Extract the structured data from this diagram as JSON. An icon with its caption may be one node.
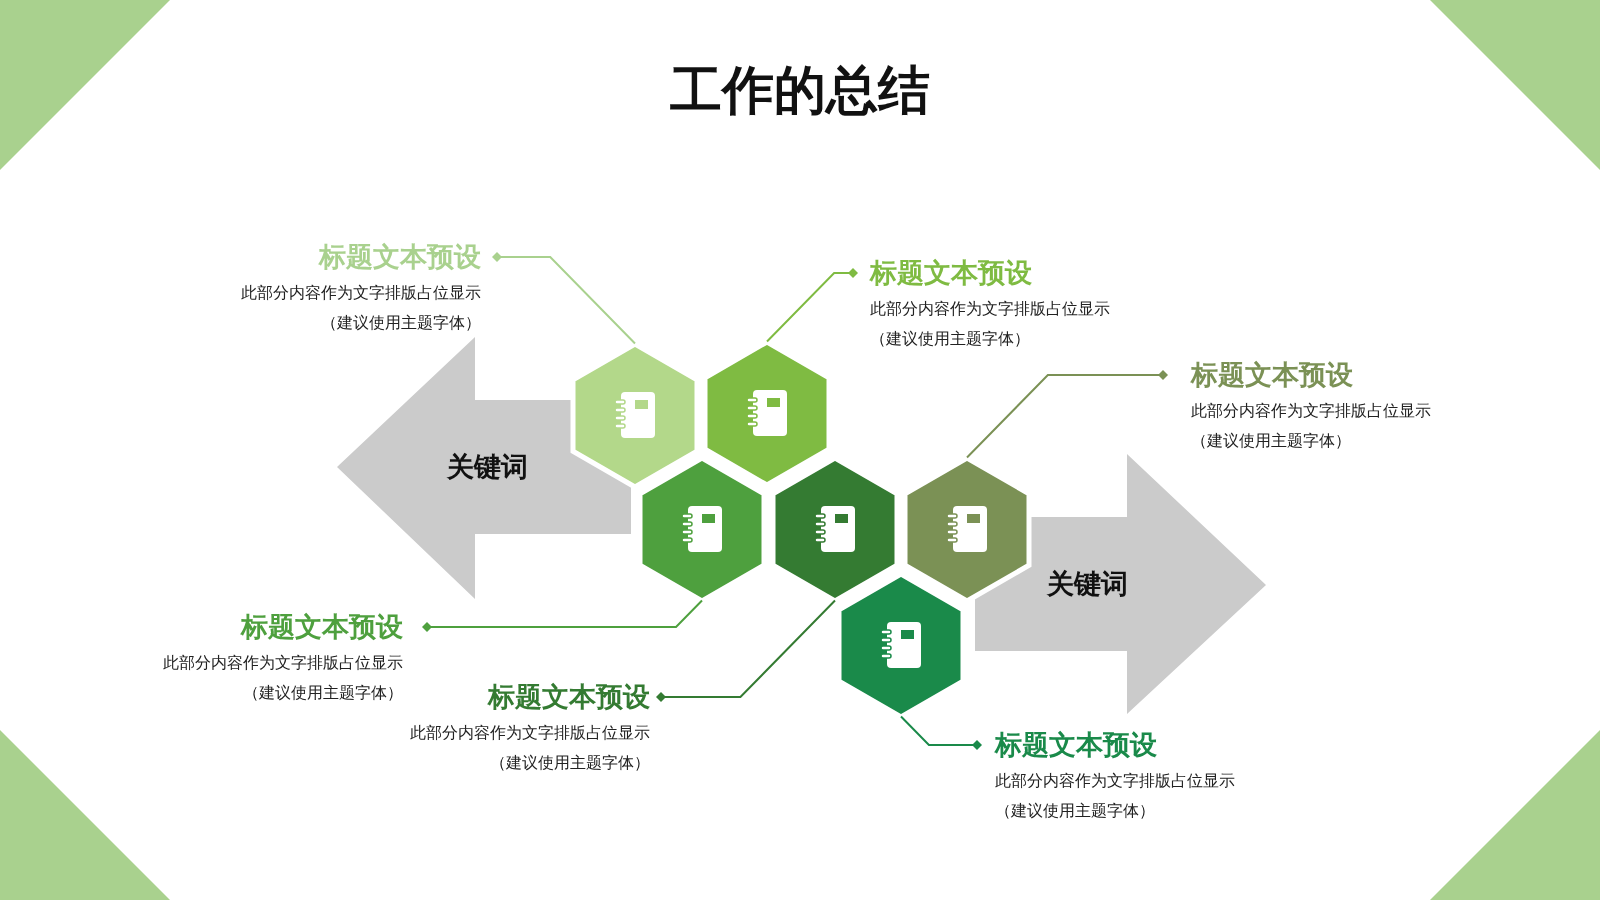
{
  "diagram": {
    "title": "工作的总结",
    "nodes": [
      {
        "text": [
          "标题文本预设",
          "此部分内容作为文字排版占位显示（建议使用主题字体）"
        ]
      },
      {
        "text": [
          "标题文本预设",
          "此部分内容作为文字排版占位显示（建议使用主题字体）"
        ]
      },
      {
        "text": [
          "标题文本预设",
          "此部分内容作为文字排版占位显示（建议使用主题字体）"
        ]
      },
      {
        "text": [
          "标题文本预设",
          "此部分内容作为文字排版占位显示（建议使用主题字体）"
        ]
      },
      {
        "text": [
          "标题文本预设",
          "此部分内容作为文字排版占位显示（建议使用主题字体）"
        ]
      },
      {
        "text": [
          "标题文本预设",
          "此部分内容作为文字排版占位显示（建议使用主题字体）"
        ]
      },
      {
        "text": [
          "关键词"
        ]
      },
      {
        "text": [
          "关键词"
        ]
      },
      {
        "text": [],
        "shape": "hexagon"
      },
      {
        "text": [],
        "shape": "hexagon"
      },
      {
        "text": [],
        "shape": "hexagon"
      },
      {
        "text": [],
        "shape": "hexagon"
      },
      {
        "text": [],
        "shape": "hexagon"
      },
      {
        "text": [],
        "shape": "hexagon"
      }
    ],
    "edges": [
      {
        "from": 0,
        "to": 8,
        "arrow": "other",
        "color": "#a9d18e"
      },
      {
        "from": 1,
        "to": 9,
        "arrow": "other",
        "color": "#7fbb42"
      },
      {
        "from": 2,
        "to": 12,
        "arrow": "other",
        "color": "#7b9155"
      },
      {
        "from": 3,
        "to": 10,
        "arrow": "other",
        "color": "#4ea03e"
      },
      {
        "from": 4,
        "to": 11,
        "arrow": "other",
        "color": "#347b32"
      },
      {
        "from": 5,
        "to": 13,
        "arrow": "other",
        "color": "#1a8a4a"
      }
    ]
  }
}
